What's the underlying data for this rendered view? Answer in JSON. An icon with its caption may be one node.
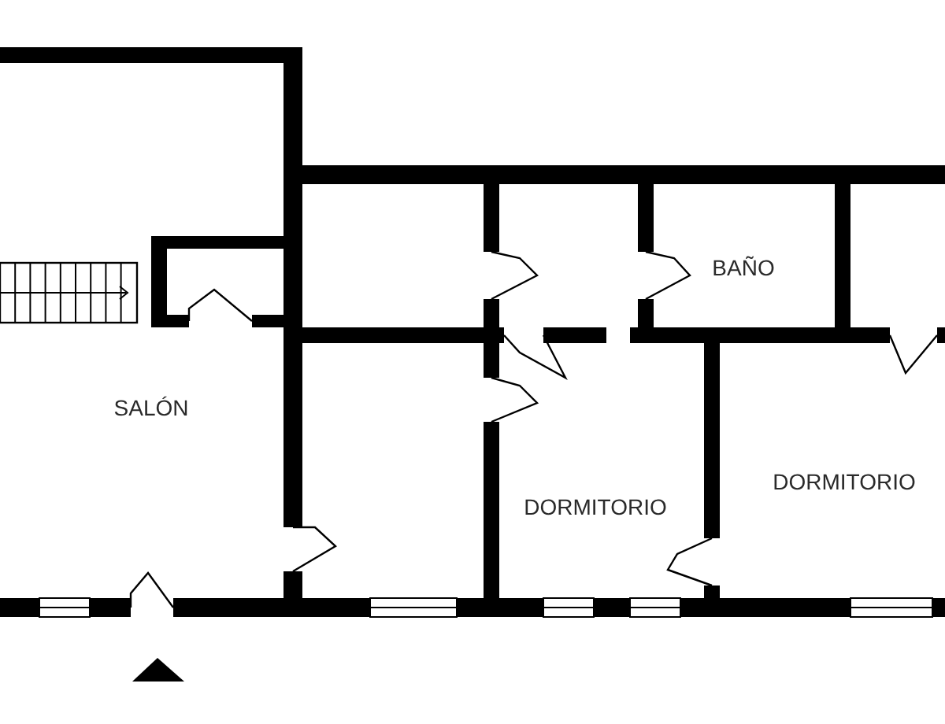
{
  "diagram": {
    "labels": [
      "SALÓN",
      "BAÑO",
      "DORMITORIO",
      "DORMITORIO"
    ]
  }
}
